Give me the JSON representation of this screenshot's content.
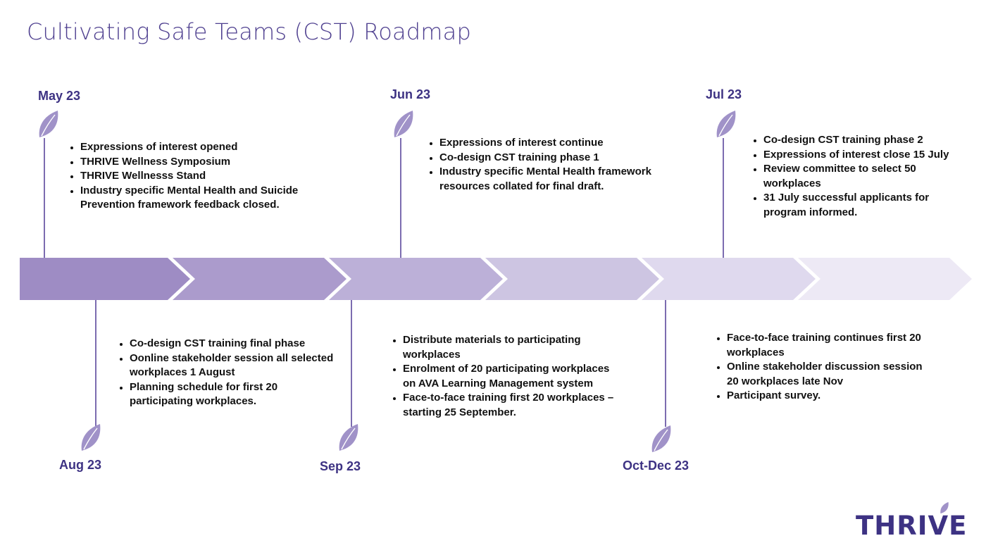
{
  "title": "Cultivating Safe Teams (CST) Roadmap",
  "colors": {
    "title": "#4e3f8f",
    "month": "#3d3283",
    "leaf": "#a092c8",
    "stem": "#7c6cb0",
    "chevrons": [
      "#9e8cc4",
      "#ab9bcc",
      "#bcb0d8",
      "#cdc5e2",
      "#dfd9ee",
      "#ede9f5"
    ]
  },
  "icons": {
    "milestone": "leaf-icon",
    "logo_leaf": "leaf-icon"
  },
  "milestones_top": [
    {
      "month": "May 23",
      "items": [
        "Expressions of interest opened",
        "THRIVE Wellness Symposium",
        "THRIVE Wellnesss Stand",
        "Industry specific Mental Health and Suicide Prevention framework feedback closed."
      ]
    },
    {
      "month": "Jun 23",
      "items": [
        "Expressions of interest continue",
        "Co-design CST training phase 1",
        "Industry specific Mental Health framework resources collated for final draft."
      ]
    },
    {
      "month": "Jul 23",
      "items": [
        "Co-design CST training phase 2",
        "Expressions of interest close 15 July",
        "Review committee to select 50 workplaces",
        "31 July successful applicants for program informed."
      ]
    }
  ],
  "milestones_bottom": [
    {
      "month": "Aug 23",
      "items": [
        "Co-design CST training final phase",
        "Oonline stakeholder session all selected workplaces 1 August",
        "Planning schedule for first 20 participating workplaces."
      ]
    },
    {
      "month": "Sep 23",
      "items": [
        "Distribute materials to participating workplaces",
        "Enrolment of 20 participating workplaces on AVA Learning Management system",
        "Face-to-face training first 20 workplaces – starting 25 September."
      ]
    },
    {
      "month": "Oct-Dec 23",
      "items": [
        "Face-to-face training continues first 20 workplaces",
        "Online stakeholder discussion session 20 workplaces late Nov",
        "Participant survey."
      ]
    }
  ],
  "logo": {
    "text": "THRIVE"
  }
}
